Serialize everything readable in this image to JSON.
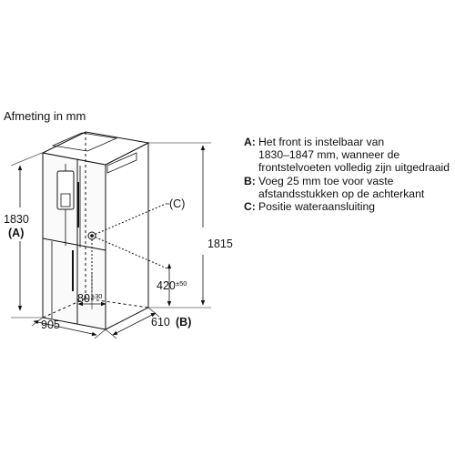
{
  "title": "Afmeting in mm",
  "dimensions": {
    "height": "1830",
    "height_ref": "(A)",
    "width": "905",
    "depth": "610",
    "depth_ref": "(B)",
    "body_height": "1815",
    "water_height": "420",
    "water_height_tol": "±50",
    "water_offset": "80",
    "water_offset_tol": "±30",
    "callout": "(C)"
  },
  "legend": [
    {
      "key": "A:",
      "text": "Het front is instelbaar van\n1830–1847 mm, wanneer de\nfrontstelvoeten volledig zijn uitgedraaid"
    },
    {
      "key": "B:",
      "text": "Voeg 25 mm toe voor vaste\nafstandsstukken op de achterkant"
    },
    {
      "key": "C:",
      "text": "Positie wateraansluiting"
    }
  ]
}
